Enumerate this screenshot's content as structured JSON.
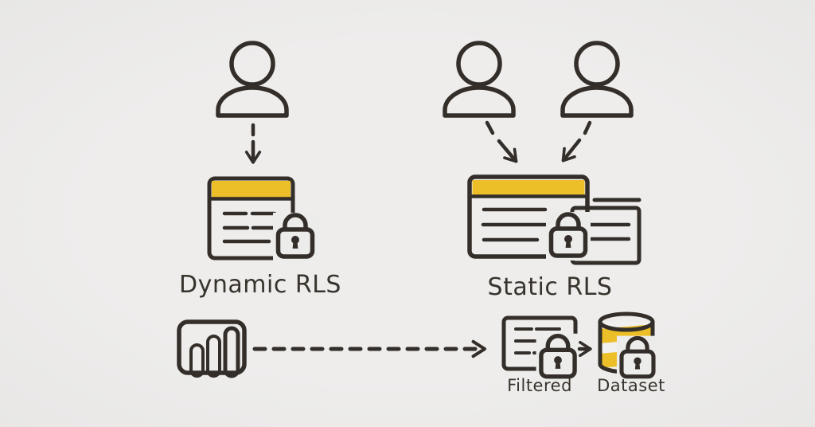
{
  "diagram": {
    "colors": {
      "background": "#ECECEB",
      "ink": "#332E29",
      "accent_yellow": "#ECBE27"
    },
    "dynamic_group": {
      "label": "Dynamic RLS",
      "user_count": 1,
      "icons": [
        "person-icon",
        "down-arrow-icon",
        "report-card-icon",
        "lock-icon"
      ]
    },
    "static_group": {
      "label": "Static RLS",
      "user_count": 2,
      "icons": [
        "person-icon",
        "person-icon",
        "down-arrow-icon",
        "down-arrow-icon",
        "report-card-icon",
        "report-card-back-icon",
        "lock-icon"
      ]
    },
    "pipeline": {
      "source_icon": "power-bi-logo",
      "connector": "dashed-arrow-icon",
      "filtered": {
        "label": "Filtered",
        "icons": [
          "report-card-icon",
          "lock-icon"
        ]
      },
      "dataset": {
        "label": "Dataset",
        "icons": [
          "database-icon",
          "lock-icon"
        ]
      }
    }
  }
}
